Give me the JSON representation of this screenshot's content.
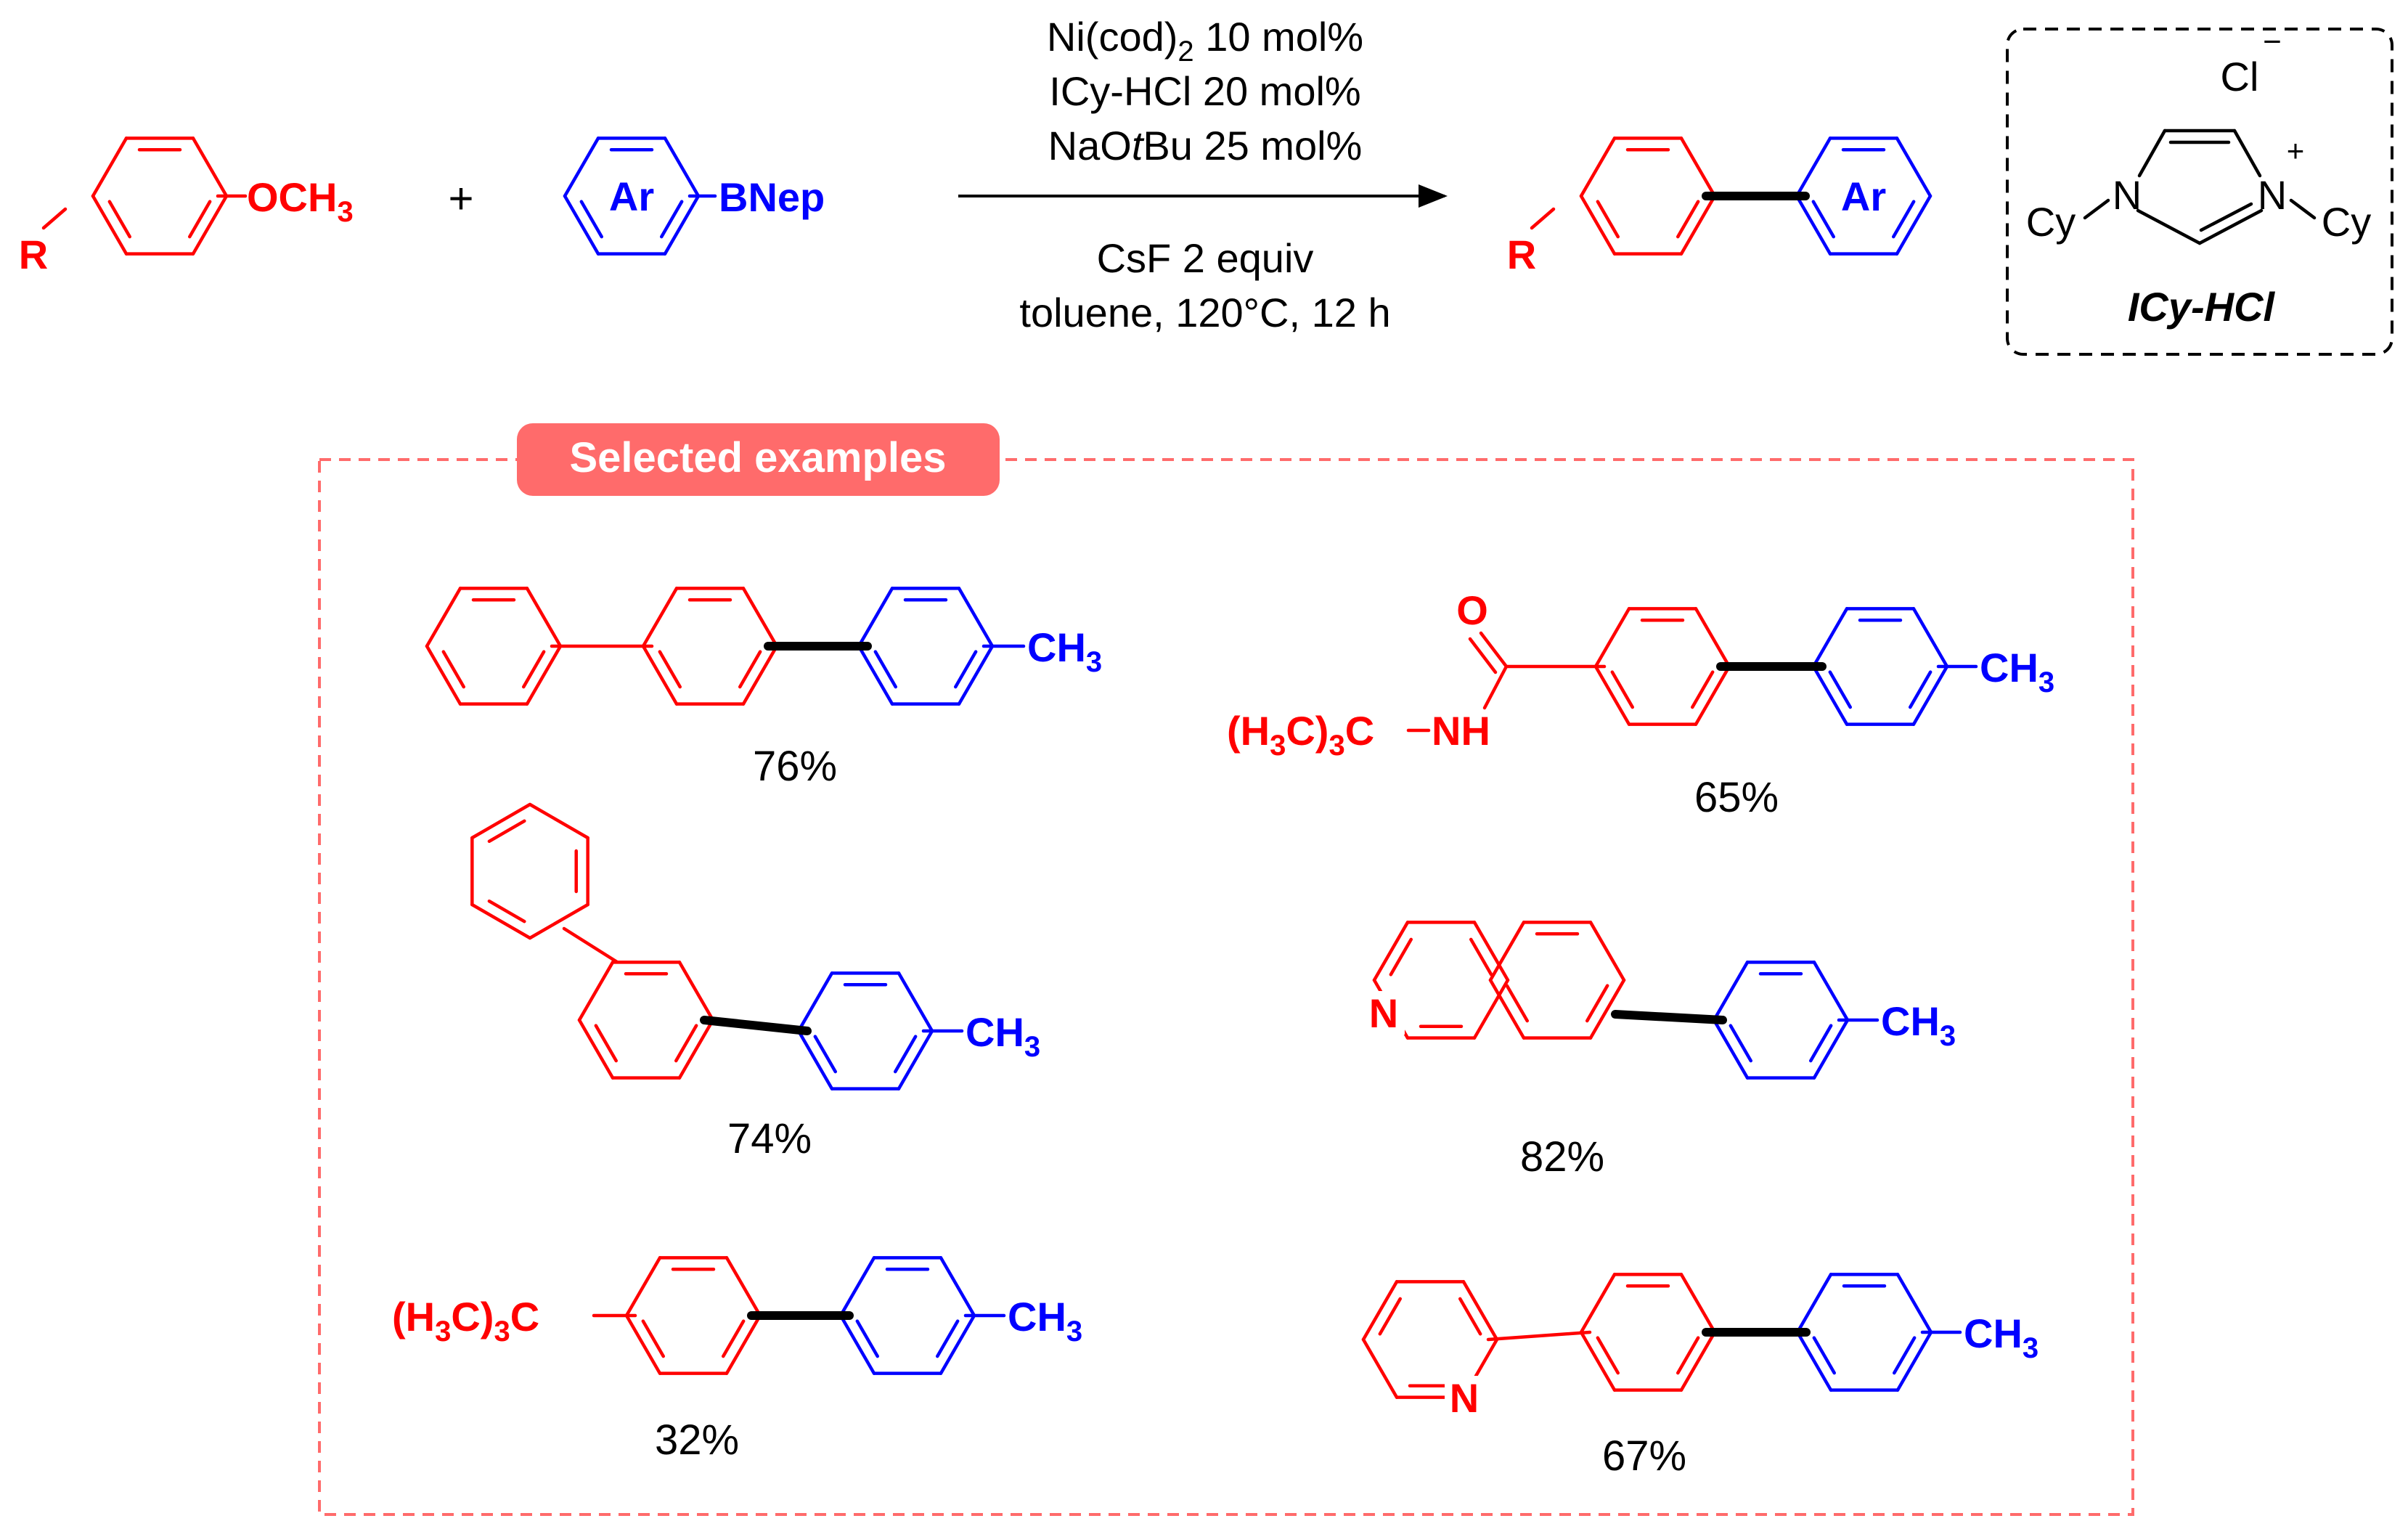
{
  "reaction": {
    "substrate": {
      "r_label": "R",
      "leaving_group": "OCH3"
    },
    "plus_sign": "+",
    "partner": {
      "ring_label": "Ar",
      "boron_group": "BNep"
    },
    "conditions_above": [
      "Ni(cod)2 10 mol%",
      "ICy-HCl 20 mol%",
      "NaOtBu 25 mol%"
    ],
    "conditions_below": [
      "CsF 2 equiv",
      "toluene, 120°C, 12 h"
    ],
    "product": {
      "r_label": "R",
      "ring_label": "Ar"
    }
  },
  "ligand_box": {
    "counterion": "Cl",
    "counterion_charge": "−",
    "ring_charge": "+",
    "substituent_left": "Cy",
    "substituent_right": "Cy",
    "atom_n": "N",
    "name": "ICy-HCl"
  },
  "examples": {
    "header": "Selected examples",
    "items": [
      {
        "substituent": "",
        "methyl": "CH3",
        "yield": "76%"
      },
      {
        "substituent": "(H3C)3C−NH",
        "carbonyl_o": "O",
        "methyl": "CH3",
        "yield": "65%"
      },
      {
        "substituent": "",
        "methyl": "CH3",
        "yield": "74%"
      },
      {
        "substituent": "",
        "hetero_n": "N",
        "methyl": "CH3",
        "yield": "82%"
      },
      {
        "substituent": "(H3C)3C",
        "methyl": "CH3",
        "yield": "32%"
      },
      {
        "substituent": "",
        "hetero_n": "N",
        "methyl": "CH3",
        "yield": "67%"
      }
    ]
  },
  "colors": {
    "substrate_part": "#ff0000",
    "boron_partner_part": "#0000ff",
    "new_bond": "#000000",
    "examples_box": "#ff6b6b",
    "header_fill": "#ff6b6b",
    "header_text": "#ffffff"
  }
}
